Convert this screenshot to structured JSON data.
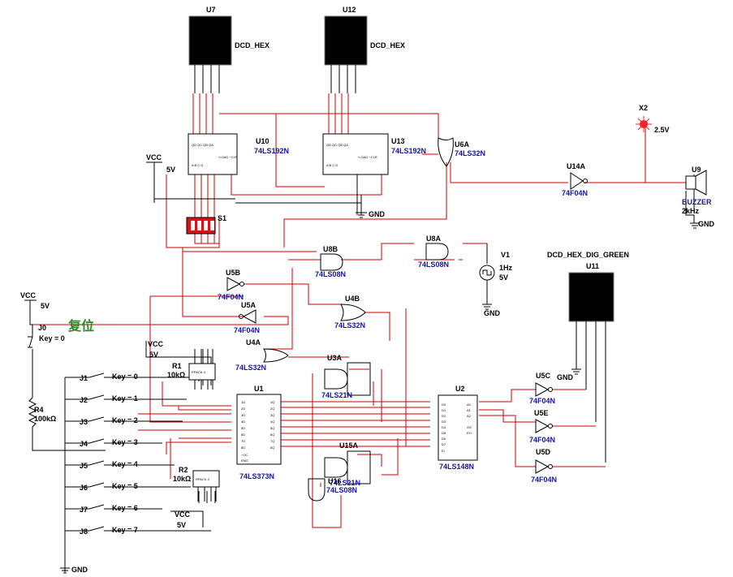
{
  "hex_displays": [
    {
      "ref": "U7",
      "label": "DCD_HEX"
    },
    {
      "ref": "U12",
      "label": "DCD_HEX"
    },
    {
      "ref": "U11",
      "label": "DCD_HEX_DIG_GREEN"
    }
  ],
  "counters": [
    {
      "ref": "U10",
      "part": "74LS192N"
    },
    {
      "ref": "U13",
      "part": "74LS192N"
    }
  ],
  "gates": {
    "u6a": {
      "ref": "U6A",
      "part": "74LS32N"
    },
    "u14a": {
      "ref": "U14A",
      "part": "74F04N"
    },
    "u8b": {
      "ref": "U8B",
      "part": "74LS08N"
    },
    "u8a": {
      "ref": "U8A",
      "part": "74LS08N"
    },
    "u5b": {
      "ref": "U5B",
      "part": "74F04N"
    },
    "u5a": {
      "ref": "U5A",
      "part": "74F04N"
    },
    "u4b": {
      "ref": "U4B",
      "part": "74LS32N"
    },
    "u4a": {
      "ref": "U4A",
      "part": "74LS32N"
    },
    "u3a": {
      "ref": "U3A",
      "part": "74LS21N"
    },
    "u15a": {
      "ref": "U15A",
      "part": "74LS21N"
    },
    "u16": {
      "ref": "U16",
      "part": "74LS08N"
    },
    "u5c": {
      "ref": "U5C",
      "part": "74F04N"
    },
    "u5e": {
      "ref": "U5E",
      "part": "74F04N"
    },
    "u5d": {
      "ref": "U5D",
      "part": "74F04N"
    }
  },
  "ics": {
    "u1": {
      "ref": "U1",
      "part": "74LS373N"
    },
    "u2": {
      "ref": "U2",
      "part": "74LS148N"
    }
  },
  "probe": {
    "ref": "X2",
    "value": "2.5V"
  },
  "buzzer": {
    "ref": "U9",
    "label": "BUZZER",
    "freq": "2kHz"
  },
  "source": {
    "ref": "V1",
    "freq": "1Hz",
    "volt": "5V"
  },
  "switch": {
    "ref": "S1"
  },
  "resistor": {
    "ref": "R4",
    "value": "100kΩ"
  },
  "rpacks": [
    {
      "ref": "R1",
      "value": "10kΩ",
      "body": "RPACK 4"
    },
    {
      "ref": "R2",
      "value": "10kΩ",
      "body": "RPACK 4"
    }
  ],
  "power": {
    "vcc": "VCC",
    "v5": "5V",
    "gnd": "GND"
  },
  "reset": {
    "ref": "J0",
    "key": "Key = 0",
    "text": "复位"
  },
  "keys": [
    {
      "ref": "J1",
      "key": "Key = 0"
    },
    {
      "ref": "J2",
      "key": "Key = 1"
    },
    {
      "ref": "J3",
      "key": "Key = 2"
    },
    {
      "ref": "J4",
      "key": "Key = 3"
    },
    {
      "ref": "J5",
      "key": "Key = 4"
    },
    {
      "ref": "J6",
      "key": "Key = 5"
    },
    {
      "ref": "J7",
      "key": "Key = 6"
    },
    {
      "ref": "J8",
      "key": "Key = 7"
    }
  ],
  "pins": {
    "u1_in": [
      "1D",
      "2D",
      "3D",
      "4D",
      "5D",
      "6D",
      "7D",
      "8D"
    ],
    "u1_out": [
      "1Q",
      "2Q",
      "3Q",
      "4Q",
      "5Q",
      "6Q",
      "7Q",
      "8Q"
    ],
    "u1_ctl": [
      "~OC",
      "ENG"
    ],
    "u2_in": [
      "D0",
      "D1",
      "D2",
      "D3",
      "D4",
      "D5",
      "D6",
      "D7",
      "EI"
    ],
    "u2_out": [
      "A0",
      "A1",
      "A2",
      "GS",
      "EO"
    ]
  }
}
